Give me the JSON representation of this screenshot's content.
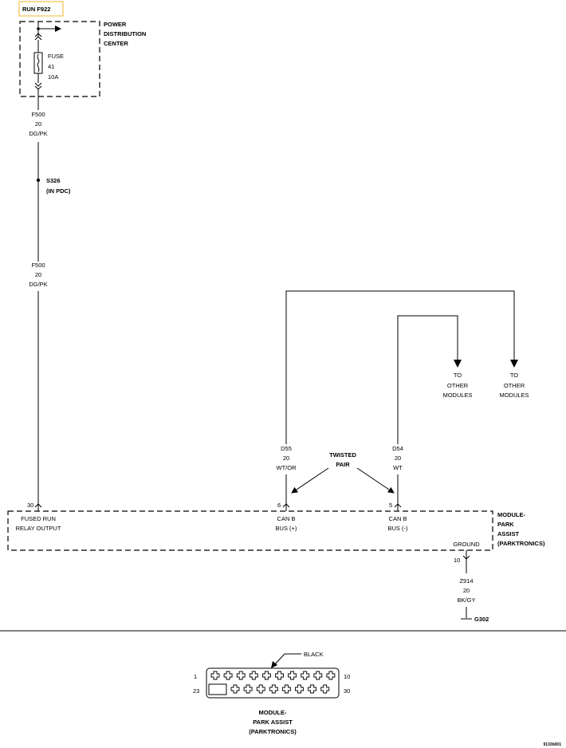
{
  "circuit_label": "RUN F922",
  "pdc": {
    "title_lines": [
      "POWER",
      "DISTRIBUTION",
      "CENTER"
    ],
    "fuse": {
      "label": "FUSE",
      "number": "41",
      "rating": "10A"
    }
  },
  "wire_f500_top": {
    "circuit": "F500",
    "gauge": "20",
    "color": "DG/PK"
  },
  "splice": {
    "id": "S326",
    "note": "(IN PDC)"
  },
  "wire_f500_bottom": {
    "circuit": "F500",
    "gauge": "20",
    "color": "DG/PK"
  },
  "wire_d55": {
    "circuit": "D55",
    "gauge": "20",
    "color": "WT/OR"
  },
  "wire_d54": {
    "circuit": "D54",
    "gauge": "20",
    "color": "WT"
  },
  "twisted_pair": [
    "TWISTED",
    "PAIR"
  ],
  "to_modules_1": [
    "TO",
    "OTHER",
    "MODULES"
  ],
  "to_modules_2": [
    "TO",
    "OTHER",
    "MODULES"
  ],
  "module": {
    "title_lines": [
      "MODULE-",
      "PARK",
      "ASSIST",
      "(PARKTRONICS)"
    ],
    "pins": [
      {
        "number": "30",
        "label_lines": [
          "FUSED RUN",
          "RELAY OUTPUT"
        ]
      },
      {
        "number": "6",
        "label_lines": [
          "CAN B",
          "BUS (+)"
        ]
      },
      {
        "number": "5",
        "label_lines": [
          "CAN B",
          "BUS (-)"
        ]
      }
    ],
    "ground_label": "GROUND",
    "ground_pin": "10"
  },
  "wire_z914": {
    "circuit": "Z914",
    "gauge": "20",
    "color": "BK/GY"
  },
  "ground_point": "G302",
  "connector": {
    "color_label": "BLACK",
    "pin_first_top": "1",
    "pin_last_top": "10",
    "pin_first_bottom": "23",
    "pin_last_bottom": "30",
    "caption_lines": [
      "MODULE-",
      "PARK ASSIST",
      "(PARKTRONICS)"
    ]
  },
  "figure_id": "9133b001"
}
